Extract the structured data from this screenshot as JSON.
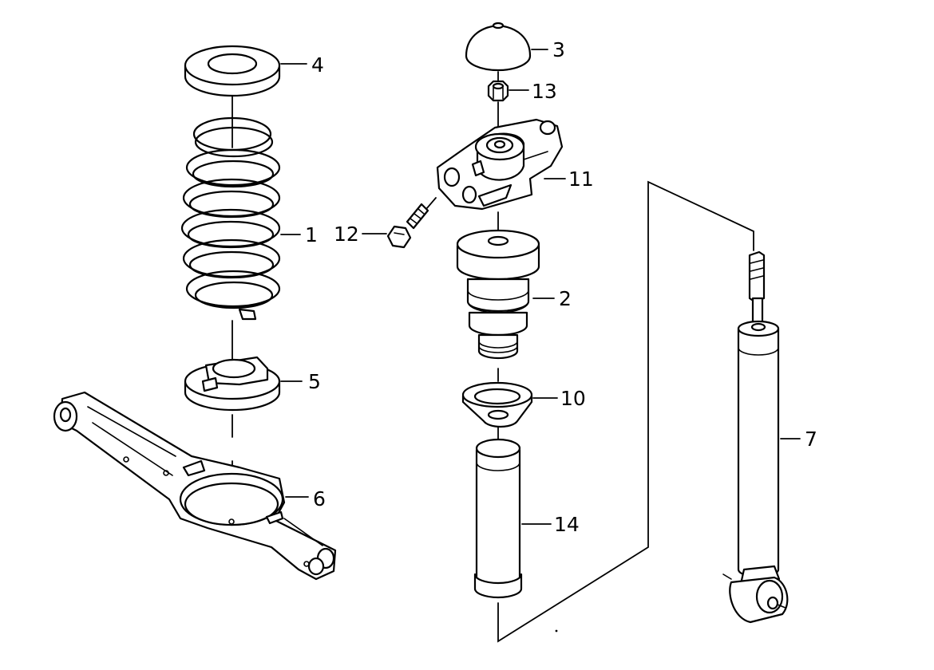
{
  "diagram": {
    "callouts": [
      {
        "id": "4",
        "label": "4"
      },
      {
        "id": "3",
        "label": "3"
      },
      {
        "id": "13",
        "label": "13"
      },
      {
        "id": "11",
        "label": "11"
      },
      {
        "id": "1",
        "label": "1"
      },
      {
        "id": "12",
        "label": "12"
      },
      {
        "id": "2",
        "label": "2"
      },
      {
        "id": "5",
        "label": "5"
      },
      {
        "id": "10",
        "label": "10"
      },
      {
        "id": "7",
        "label": "7"
      },
      {
        "id": "6",
        "label": "6"
      },
      {
        "id": "14",
        "label": "14"
      }
    ]
  },
  "colors": {
    "stroke": "#000000",
    "background": "#ffffff"
  }
}
